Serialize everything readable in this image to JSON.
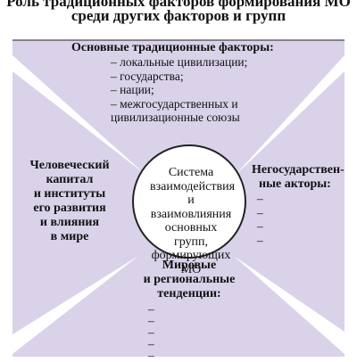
{
  "title": {
    "line1": "Роль традиционных факторов формирования МО",
    "line2": "среди других факторов и групп"
  },
  "top": {
    "heading": "Основные традиционные факторы:",
    "items": [
      "– локальные цивилизации;",
      "– государства;",
      "– нации;",
      "– межгосударственных и",
      "цивилизационные союзы"
    ]
  },
  "left": {
    "lines": [
      "Человеческий",
      "капитал",
      "и институты",
      "его развития",
      "и влияния",
      "в мире"
    ]
  },
  "right": {
    "lines": [
      "Негосударствен-",
      "ные акторы:"
    ],
    "dashes": [
      "–",
      "–",
      "–",
      "–"
    ]
  },
  "bottom": {
    "lines": [
      "Мировые",
      "и региональные",
      "тенденции:"
    ],
    "dashes": [
      "–",
      "–",
      "–",
      "–",
      "–"
    ]
  },
  "center": {
    "lines": [
      "Система",
      "взаимодействия",
      "и взаимовлияния",
      "основных групп,",
      "формирующих",
      "МО"
    ]
  },
  "colors": {
    "fill": "#d9d2e9",
    "stroke": "#222222"
  }
}
